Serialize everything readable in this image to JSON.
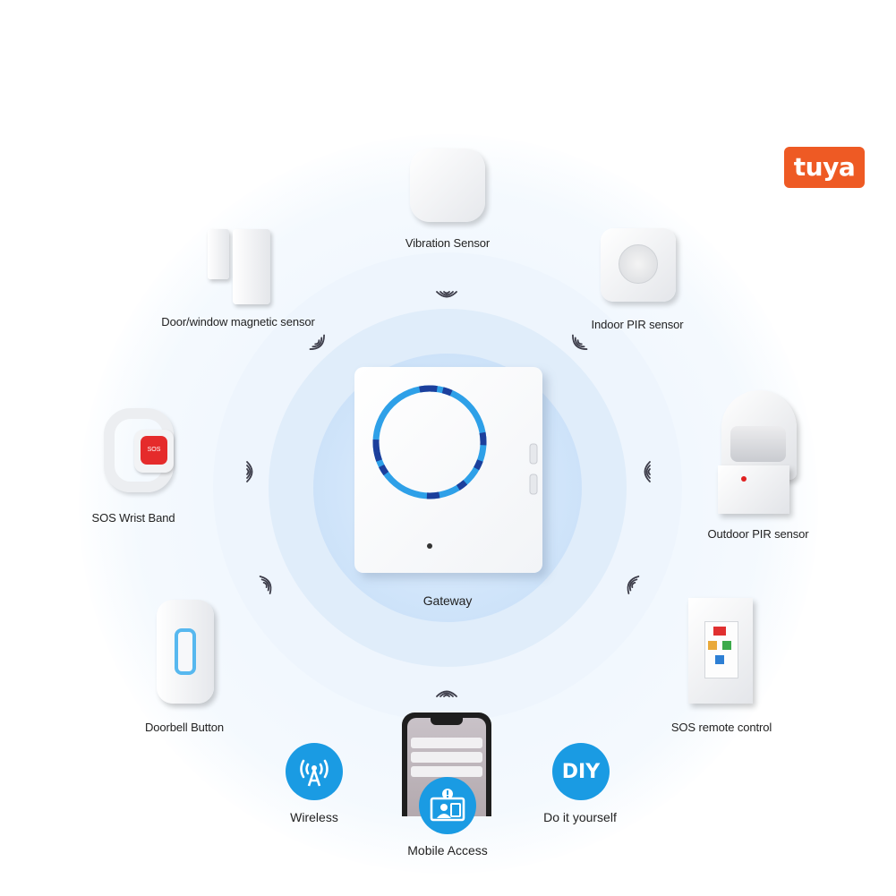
{
  "brand": {
    "logo_text": "tuya",
    "color": "#ee5a24"
  },
  "hub": {
    "label": "Gateway"
  },
  "devices": [
    {
      "id": "vibration",
      "label": "Vibration Sensor"
    },
    {
      "id": "door-window",
      "label": "Door/window magnetic sensor"
    },
    {
      "id": "indoor-pir",
      "label": "Indoor PIR sensor"
    },
    {
      "id": "sos-wrist",
      "label": "SOS Wrist Band",
      "button_text": "SOS"
    },
    {
      "id": "outdoor-pir",
      "label": "Outdoor PIR sensor"
    },
    {
      "id": "doorbell",
      "label": "Doorbell Button"
    },
    {
      "id": "sos-remote",
      "label": "SOS remote control"
    }
  ],
  "features": [
    {
      "id": "wireless",
      "label": "Wireless"
    },
    {
      "id": "mobile",
      "label": "Mobile Access"
    },
    {
      "id": "diy",
      "label": "Do it yourself",
      "icon_text": "DIY"
    }
  ],
  "colors": {
    "accent_blue": "#1a9be3",
    "ring_blue": "#2ea0e8"
  }
}
